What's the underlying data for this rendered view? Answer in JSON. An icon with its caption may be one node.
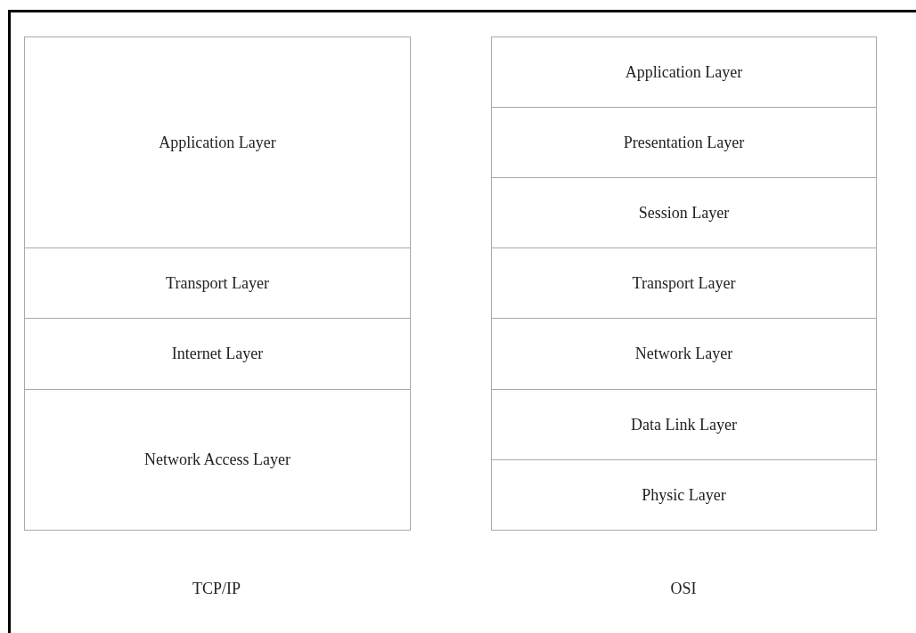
{
  "diagram": {
    "nodes": [
      {
        "text": [
          "Application Layer"
        ]
      },
      {
        "text": [
          "Transport Layer"
        ]
      },
      {
        "text": [
          "Internet Layer"
        ]
      },
      {
        "text": [
          "Network Access Layer"
        ]
      },
      {
        "text": [
          "Application Layer"
        ]
      },
      {
        "text": [
          "Presentation Layer"
        ]
      },
      {
        "text": [
          "Session Layer"
        ]
      },
      {
        "text": [
          "Transport Layer"
        ]
      },
      {
        "text": [
          "Network Layer"
        ]
      },
      {
        "text": [
          "Data Link Layer"
        ]
      },
      {
        "text": [
          "Physic Layer"
        ]
      }
    ],
    "edges": [],
    "labels": [
      "TCP/IP",
      "OSI"
    ]
  }
}
